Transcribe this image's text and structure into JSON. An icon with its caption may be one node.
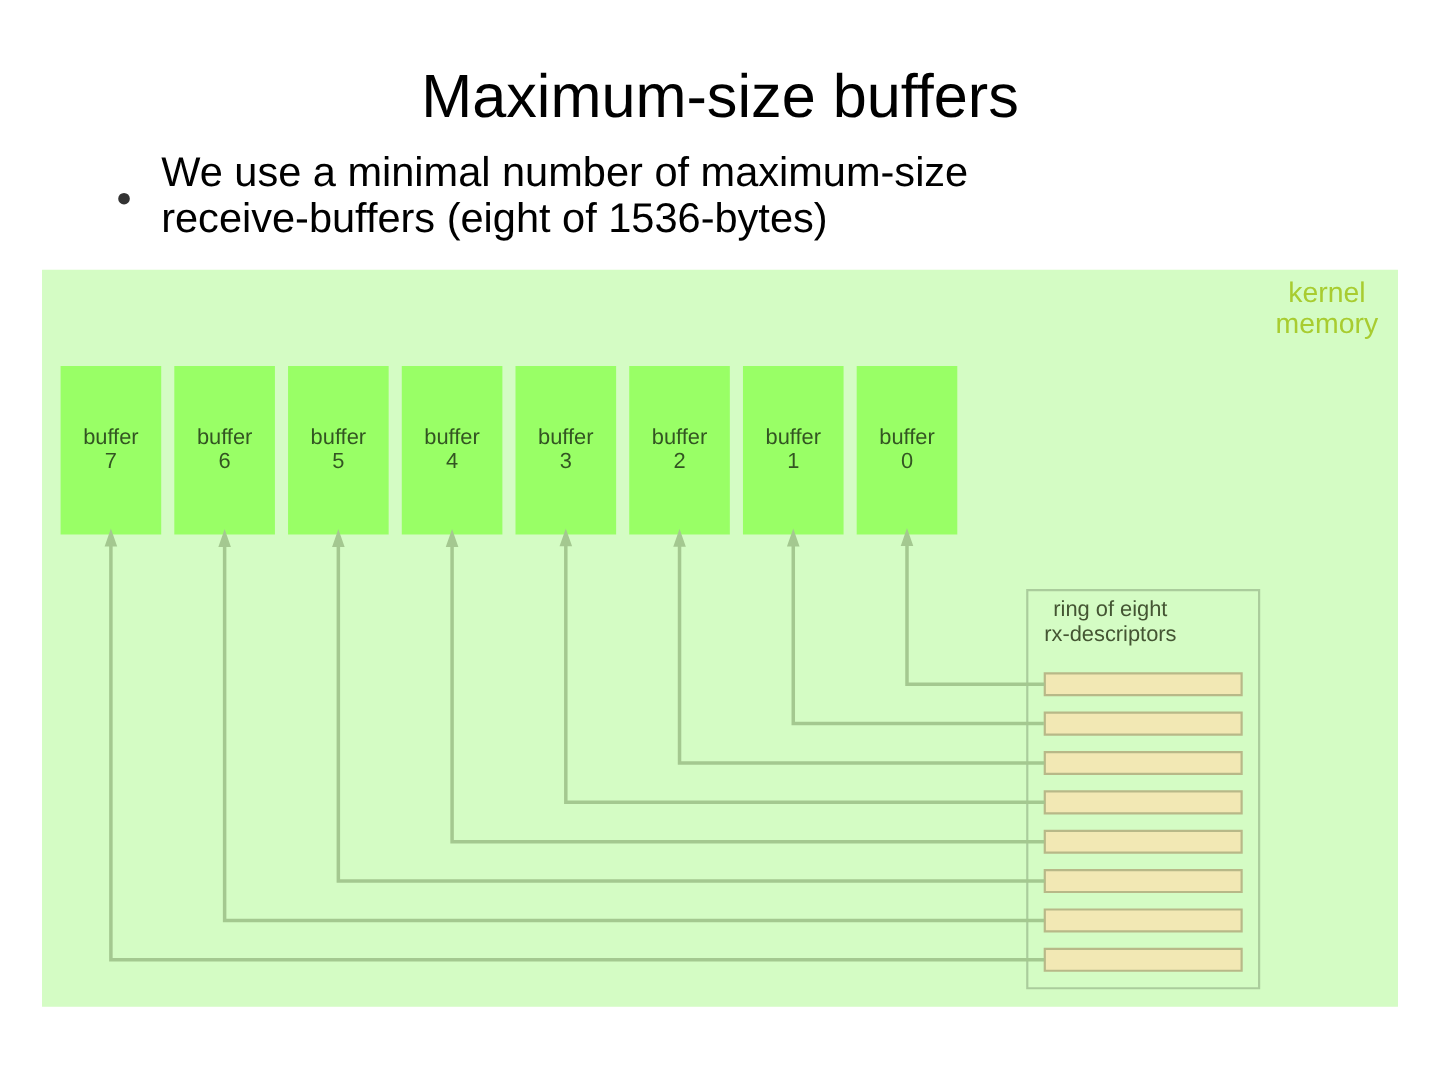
{
  "diagram": {
    "title": "Maximum-size buffers",
    "nodes": [
      {
        "text": [
          "kernel memory"
        ]
      },
      {
        "text": [
          "buffer 7"
        ],
        "in": 0
      },
      {
        "text": [
          "buffer 6"
        ],
        "in": 0
      },
      {
        "text": [
          "buffer 5"
        ],
        "in": 0
      },
      {
        "text": [
          "buffer 4"
        ],
        "in": 0
      },
      {
        "text": [
          "buffer 3"
        ],
        "in": 0
      },
      {
        "text": [
          "buffer 2"
        ],
        "in": 0
      },
      {
        "text": [
          "buffer 1"
        ],
        "in": 0
      },
      {
        "text": [
          "buffer 0"
        ],
        "in": 0
      },
      {
        "text": [
          "ring of eight rx-descriptors"
        ],
        "in": 0
      },
      {
        "text": [],
        "shape": "box",
        "in": 9
      },
      {
        "text": [],
        "shape": "box",
        "in": 9
      },
      {
        "text": [],
        "shape": "box",
        "in": 9
      },
      {
        "text": [],
        "shape": "box",
        "in": 9
      },
      {
        "text": [],
        "shape": "box",
        "in": 9
      },
      {
        "text": [],
        "shape": "box",
        "in": 9
      },
      {
        "text": [],
        "shape": "box",
        "in": 9
      },
      {
        "text": [],
        "shape": "box",
        "in": 9
      }
    ],
    "edges": [
      {
        "from": 10,
        "to": 8,
        "arrow": "to"
      },
      {
        "from": 11,
        "to": 7,
        "arrow": "to"
      },
      {
        "from": 12,
        "to": 6,
        "arrow": "to"
      },
      {
        "from": 13,
        "to": 5,
        "arrow": "to"
      },
      {
        "from": 14,
        "to": 4,
        "arrow": "to"
      },
      {
        "from": 15,
        "to": 3,
        "arrow": "to"
      },
      {
        "from": 16,
        "to": 2,
        "arrow": "to"
      },
      {
        "from": 17,
        "to": 1,
        "arrow": "to"
      }
    ],
    "labels": [
      "We use a minimal number of maximum-size receive-buffers (eight of 1536-bytes)"
    ]
  }
}
